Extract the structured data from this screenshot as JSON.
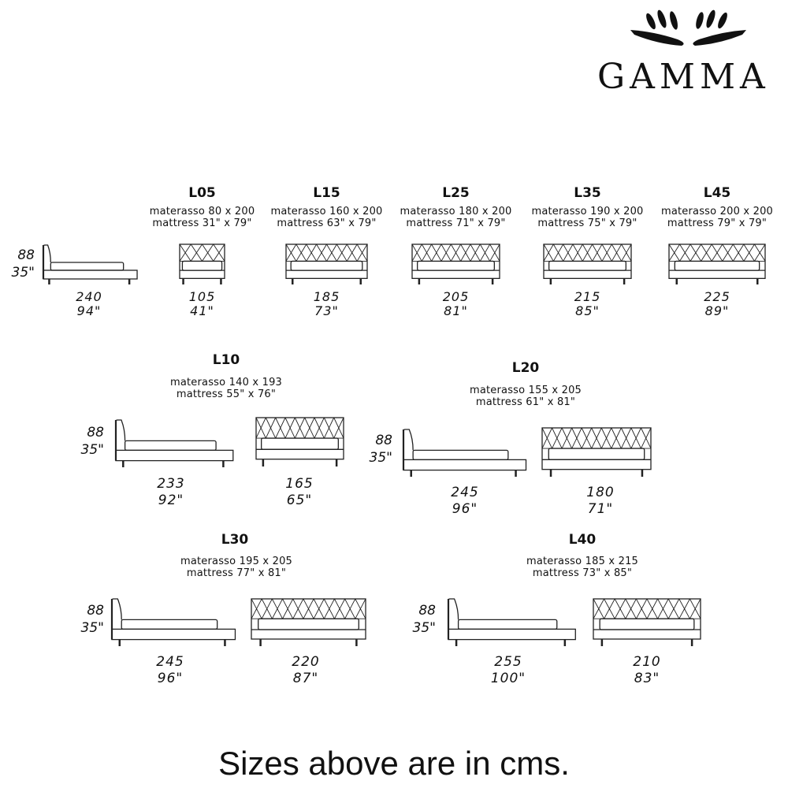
{
  "brand": {
    "name": "GAMMA",
    "logo": "hands-logo"
  },
  "height_label": {
    "cm": "88",
    "in": "35\""
  },
  "row1": {
    "side": {
      "cm": "240",
      "in": "94\""
    },
    "models": [
      {
        "code": "L05",
        "materasso": "materasso 80 x 200",
        "mattress": "mattress 31\" x 79\"",
        "cm": "105",
        "in": "41\""
      },
      {
        "code": "L15",
        "materasso": "materasso 160 x 200",
        "mattress": "mattress 63\" x 79\"",
        "cm": "185",
        "in": "73\""
      },
      {
        "code": "L25",
        "materasso": "materasso 180 x 200",
        "mattress": "mattress 71\" x 79\"",
        "cm": "205",
        "in": "81\""
      },
      {
        "code": "L35",
        "materasso": "materasso 190 x 200",
        "mattress": "mattress 75\" x 79\"",
        "cm": "215",
        "in": "85\""
      },
      {
        "code": "L45",
        "materasso": "materasso 200 x 200",
        "mattress": "mattress 79\" x 79\"",
        "cm": "225",
        "in": "89\""
      }
    ]
  },
  "groups": [
    {
      "code": "L10",
      "materasso": "materasso 140 x 193",
      "mattress": "mattress 55\" x 76\"",
      "side_cm": "233",
      "side_in": "92\"",
      "front_cm": "165",
      "front_in": "65\""
    },
    {
      "code": "L20",
      "materasso": "materasso 155 x 205",
      "mattress": "mattress 61\" x 81\"",
      "side_cm": "245",
      "side_in": "96\"",
      "front_cm": "180",
      "front_in": "71\""
    },
    {
      "code": "L30",
      "materasso": "materasso 195 x 205",
      "mattress": "mattress 77\" x 81\"",
      "side_cm": "245",
      "side_in": "96\"",
      "front_cm": "220",
      "front_in": "87\""
    },
    {
      "code": "L40",
      "materasso": "materasso 185 x 215",
      "mattress": "mattress 73\" x 85\"",
      "side_cm": "255",
      "side_in": "100\"",
      "front_cm": "210",
      "front_in": "83\""
    }
  ],
  "footer": "Sizes above are in cms."
}
